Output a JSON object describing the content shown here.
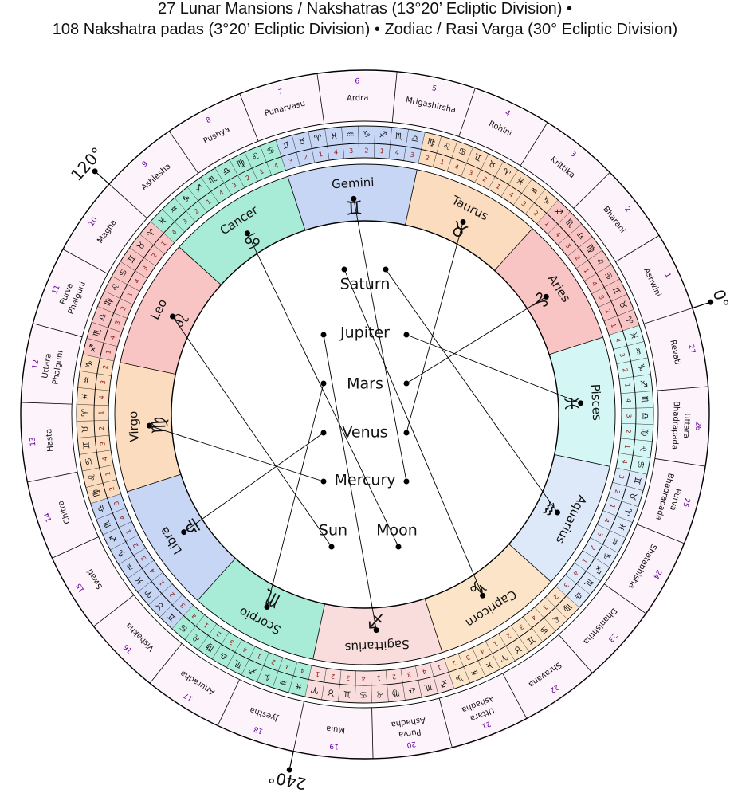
{
  "title_line1": "27 Lunar Mansions / Nakshatras (13°20’ Ecliptic Division)  •",
  "title_line2": "108 Nakshatra padas (3°20’ Ecliptic Division)  •  Zodiac / Rasi Varga (30° Ecliptic Division)",
  "degree_markers": [
    {
      "label": "0°",
      "longitude": 0
    },
    {
      "label": "120°",
      "longitude": 120
    },
    {
      "label": "240°",
      "longitude": 240
    }
  ],
  "nakshatras": [
    {
      "number": "1",
      "name": "Ashwini"
    },
    {
      "number": "2",
      "name": "Bharani"
    },
    {
      "number": "3",
      "name": "Krittika"
    },
    {
      "number": "4",
      "name": "Rohini"
    },
    {
      "number": "5",
      "name": "Mrigashirsha"
    },
    {
      "number": "6",
      "name": "Ardra"
    },
    {
      "number": "7",
      "name": "Punarvasu"
    },
    {
      "number": "8",
      "name": "Pushya"
    },
    {
      "number": "9",
      "name": "Ashlesha"
    },
    {
      "number": "10",
      "name": "Magha"
    },
    {
      "number": "11",
      "name": "Purva Phalguni"
    },
    {
      "number": "12",
      "name": "Uttara Phalguni"
    },
    {
      "number": "13",
      "name": "Hasta"
    },
    {
      "number": "14",
      "name": "Chitra"
    },
    {
      "number": "15",
      "name": "Swati"
    },
    {
      "number": "16",
      "name": "Vishakha"
    },
    {
      "number": "17",
      "name": "Anuradha"
    },
    {
      "number": "18",
      "name": "Jyestha"
    },
    {
      "number": "19",
      "name": "Mula"
    },
    {
      "number": "20",
      "name": "Purva Ashadha"
    },
    {
      "number": "21",
      "name": "Uttara Ashadha"
    },
    {
      "number": "22",
      "name": "Shravana"
    },
    {
      "number": "23",
      "name": "Dhanishtha"
    },
    {
      "number": "24",
      "name": "Shatabhisha"
    },
    {
      "number": "25",
      "name": "Purva Bhadrapada"
    },
    {
      "number": "26",
      "name": "Uttara Bhadrapada"
    },
    {
      "number": "27",
      "name": "Revati"
    }
  ],
  "pada_numbers": [
    "1",
    "2",
    "3",
    "4"
  ],
  "signs": [
    {
      "name": "Aries",
      "glyph": "♈︎",
      "color": "#f9c4c4"
    },
    {
      "name": "Taurus",
      "glyph": "♉︎",
      "color": "#fbdcbe"
    },
    {
      "name": "Gemini",
      "glyph": "♊︎",
      "color": "#c7d6f4"
    },
    {
      "name": "Cancer",
      "glyph": "♋︎",
      "color": "#a8ecd8"
    },
    {
      "name": "Leo",
      "glyph": "♌︎",
      "color": "#f9c4c4"
    },
    {
      "name": "Virgo",
      "glyph": "♍︎",
      "color": "#fbdcbe"
    },
    {
      "name": "Libra",
      "glyph": "♎︎",
      "color": "#c7d6f4"
    },
    {
      "name": "Scorpio",
      "glyph": "♏︎",
      "color": "#a8ecd8"
    },
    {
      "name": "Sagittarius",
      "glyph": "♐︎",
      "color": "#f9dcdc"
    },
    {
      "name": "Capricorn",
      "glyph": "♑︎",
      "color": "#fbe4c8"
    },
    {
      "name": "Aquarius",
      "glyph": "♒︎",
      "color": "#dde8f9"
    },
    {
      "name": "Pisces",
      "glyph": "♓︎",
      "color": "#d4f6f4"
    }
  ],
  "rulerships": [
    {
      "planet": "Saturn",
      "signs": [
        9,
        10
      ]
    },
    {
      "planet": "Jupiter",
      "signs": [
        8,
        11
      ]
    },
    {
      "planet": "Mars",
      "signs": [
        7,
        0
      ]
    },
    {
      "planet": "Venus",
      "signs": [
        6,
        1
      ]
    },
    {
      "planet": "Mercury",
      "signs": [
        5,
        2
      ]
    },
    {
      "planet": "Sun",
      "signs": [
        4
      ]
    },
    {
      "planet": "Moon",
      "signs": [
        3
      ]
    }
  ],
  "colors": {
    "nakshatra_band": "#fdf3fb",
    "nakshatra_number": "#660099",
    "pada_number": "#8a1c1c",
    "line": "#000000"
  }
}
